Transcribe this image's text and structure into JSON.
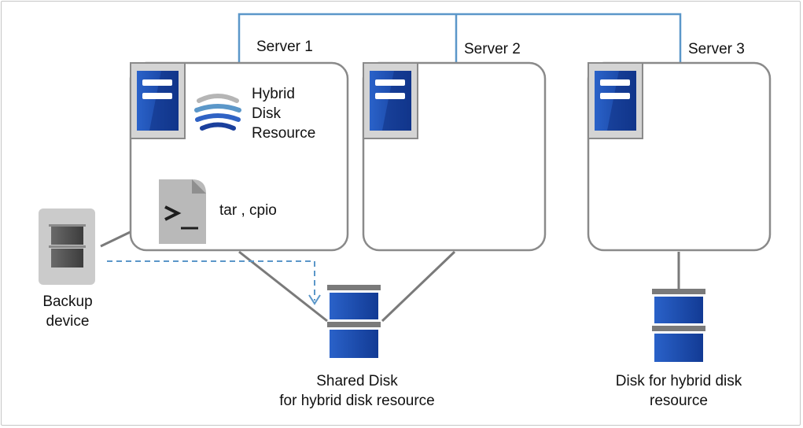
{
  "servers": [
    {
      "label": "Server 1"
    },
    {
      "label": "Server 2"
    },
    {
      "label": "Server 3"
    }
  ],
  "resource": {
    "line1": "Hybrid",
    "line2": "Disk",
    "line3": "Resource",
    "icon": "hybrid-disk-resource-icon"
  },
  "command": {
    "label": "tar , cpio",
    "icon": "terminal-file-icon"
  },
  "backup_device": {
    "line1": "Backup",
    "line2": "device",
    "icon": "backup-device-icon"
  },
  "shared_disk": {
    "line1": "Shared Disk",
    "line2": "for hybrid disk resource",
    "icon": "disk-icon"
  },
  "hybrid_disk": {
    "line1": "Disk for hybrid disk",
    "line2": "resource",
    "icon": "disk-icon"
  },
  "colors": {
    "network_line": "#5b97c9",
    "connection_line": "#7a7a7a",
    "server_border": "#8a8a8a",
    "server_icon_blue": "#1d4aa8",
    "backup_gray": "#c9c9c9",
    "dashed_arrow": "#5b97c9"
  }
}
